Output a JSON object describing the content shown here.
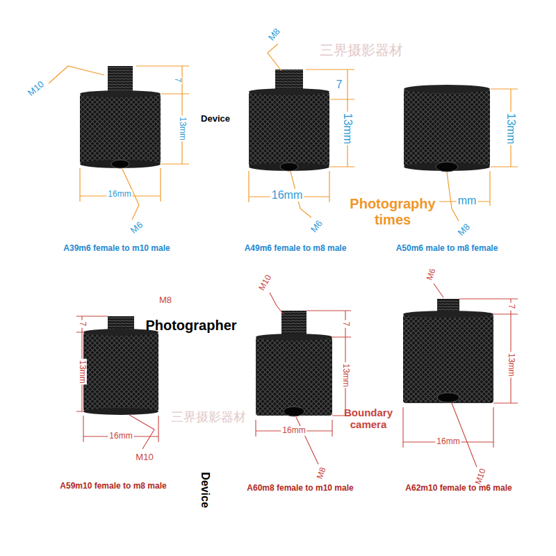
{
  "diagram": {
    "labels": [
      "M10",
      "7",
      "Device",
      "13mm",
      "16mm",
      "M6",
      "A39m6 female to m10 male",
      "M8",
      "7",
      "13mm",
      "16mm",
      "M6",
      "Photography times",
      "A49m6 female to m8 male",
      "13mm",
      "mm",
      "M8",
      "A50m6 male to m8 female",
      "M8",
      "Photographer",
      "7",
      "13mm",
      "16mm",
      "M10",
      "A59m10 female to m8 male",
      "M10",
      "7",
      "13mm",
      "16mm",
      "M8",
      "Boundary camera",
      "A60m8 female to m10 male",
      "M6",
      "7",
      "13mm",
      "16mm",
      "M10",
      "A62m10 female to m6 male",
      "Device",
      "三界摄影器材",
      "三界摄影器材"
    ]
  }
}
